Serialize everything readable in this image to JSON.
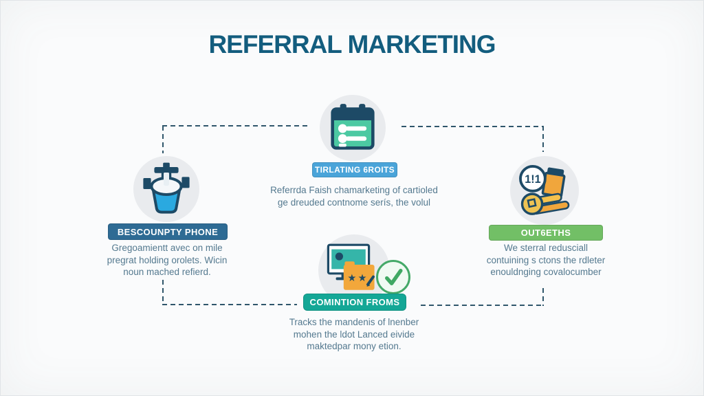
{
  "title": "REFERRAL MARKETING",
  "palette": {
    "title_color": "#135d7e",
    "outline_navy": "#1d4a66",
    "circle_bg": "#e9ebee",
    "dash_color": "#2f566b",
    "body_text": "#54798f",
    "check_green": "#3fa863"
  },
  "nodes": {
    "top": {
      "icon": "calendar-list-icon",
      "label": "TIRLATING 6ROITS",
      "badge_color": "#4aa4d9",
      "description": "Referrda Faish chamarketing of cartioled\nge dreuded contnome serís, the volul"
    },
    "left": {
      "icon": "funnel-phone-icon",
      "label": "BESCOUNPTY PHONE",
      "badge_color": "#2e6b94",
      "description": "Gregoamientt avec on mile\npregrat holding orolets. Wicin\nnoun mached refierd."
    },
    "right": {
      "icon": "rewards-bag-coin-icon",
      "label": "OUT6ETHS",
      "badge_color": "#72bf66",
      "description": "We sterral redusciall\ncontuining s ctons the rdleter\nenouldnging covalocumber"
    },
    "bottom": {
      "icon": "browser-form-check-icon",
      "label": "COMINTION FROMS",
      "badge_color": "#14a796",
      "description": "Tracks the mandenis of lnenber\nmohen the ldot Lanced eivide\nmaktedpar mony etion."
    }
  }
}
